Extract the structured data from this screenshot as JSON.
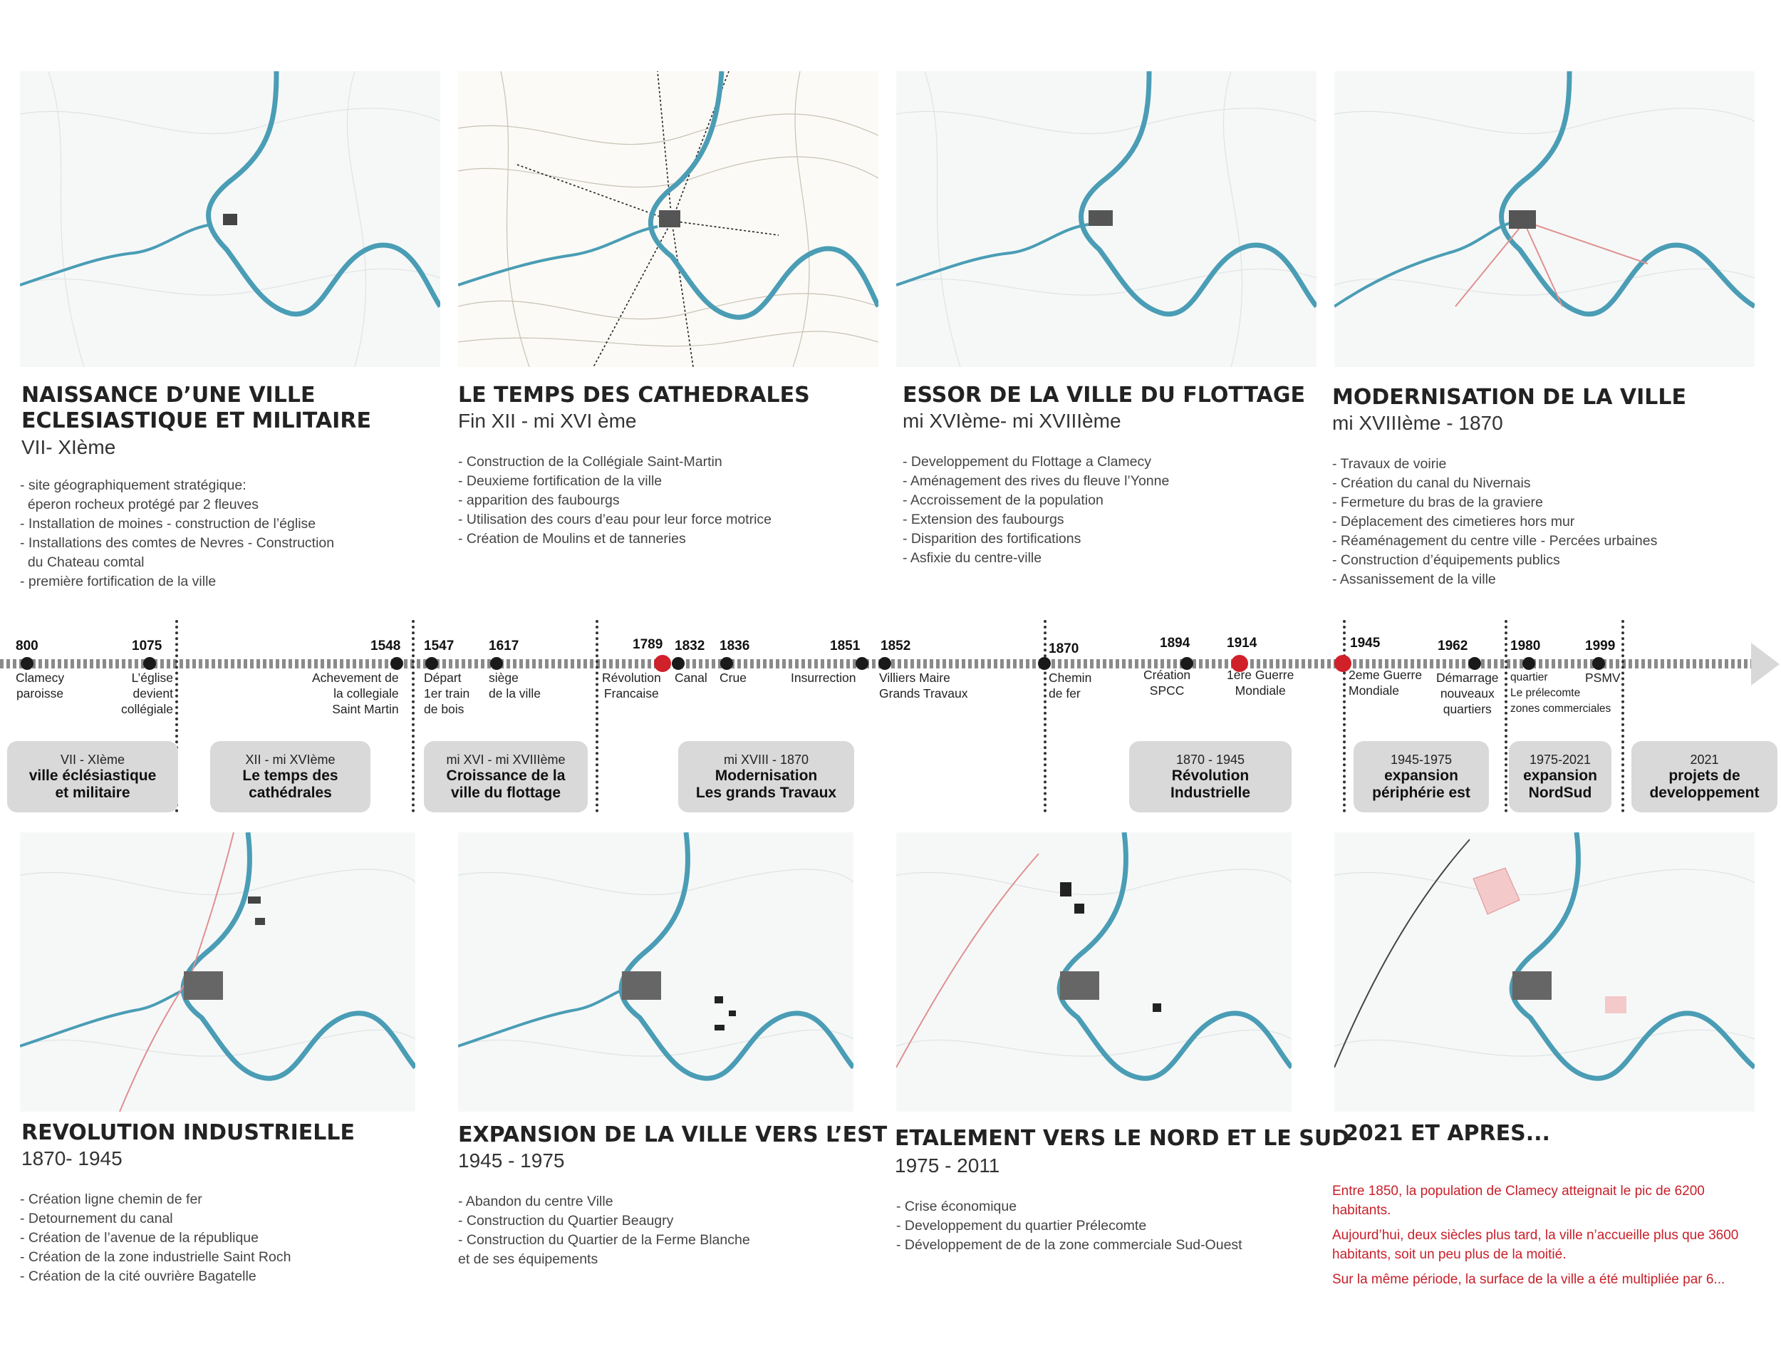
{
  "panels_top": [
    {
      "title": "NAISSANCE D’UNE VILLE\nECLESIASTIQUE ET MILITAIRE",
      "subtitle": "VII- XIème",
      "bullets": [
        "- site géographiquement stratégique:",
        "  éperon rocheux protégé par 2 fleuves",
        "- Installation de moines - construction de l’église",
        "- Installations des comtes de Nevres - Construction",
        "  du Chateau comtal",
        "- première fortification de la ville"
      ]
    },
    {
      "title": "LE TEMPS DES CATHEDRALES",
      "subtitle": "Fin XII - mi XVI ème",
      "bullets": [
        "- Construction de la Collégiale Saint-Martin",
        "- Deuxieme fortification de la ville",
        "- apparition des faubourgs",
        "- Utilisation des cours d’eau pour leur force motrice",
        "- Création de Moulins et de tanneries"
      ]
    },
    {
      "title": "ESSOR DE LA VILLE DU FLOTTAGE",
      "subtitle": "mi XVIème- mi XVIIIème",
      "bullets": [
        "- Developpement du Flottage a Clamecy",
        "- Aménagement des rives du fleuve l’Yonne",
        "- Accroissement de la population",
        "- Extension des faubourgs",
        "- Disparition des fortifications",
        "- Asfixie du centre-ville"
      ]
    },
    {
      "title": "MODERNISATION DE LA VILLE",
      "subtitle": "mi XVIIIème - 1870",
      "bullets": [
        "- Travaux de voirie",
        "- Création du canal du Nivernais",
        "- Fermeture du bras de la graviere",
        "- Déplacement des cimetieres hors mur",
        "- Réaménagement du centre ville - Percées urbaines",
        "- Construction d’équipements publics",
        "- Assanissement de la ville"
      ]
    }
  ],
  "panels_bottom": [
    {
      "title": "REVOLUTION INDUSTRIELLE",
      "subtitle": "1870- 1945",
      "bullets": [
        "- Création ligne chemin de fer",
        "- Detournement du canal",
        "- Création de l’avenue de la république",
        "- Création de la zone industrielle Saint Roch",
        "- Création de la cité ouvrière Bagatelle"
      ]
    },
    {
      "title": "EXPANSION DE LA VILLE VERS L’EST",
      "subtitle": "1945 - 1975",
      "bullets": [
        "- Abandon du centre Ville",
        "- Construction du Quartier Beaugry",
        "- Construction du Quartier de la Ferme Blanche",
        "et de ses équipements"
      ]
    },
    {
      "title": "ETALEMENT VERS LE NORD ET LE SUD",
      "subtitle": "1975 - 2011",
      "bullets": [
        "- Crise économique",
        "- Developpement du quartier Prélecomte",
        "- Développement de de la zone commerciale Sud-Ouest"
      ]
    },
    {
      "title": "2021  ET APRES...",
      "subtitle": "",
      "bullets": []
    }
  ],
  "note": [
    "Entre 1850, la population de  Clamecy atteignait le pic de 6200 habitants.",
    "Aujourd’hui, deux siècles plus tard, la ville n’accueille plus que 3600 habitants, soit un peu plus de la moitié.",
    "Sur la même période, la surface de la ville a été multipliée par 6..."
  ],
  "colors": {
    "river": "#4a9db5",
    "event_red": "#d0202a",
    "note_red": "#c8202a",
    "period_bg": "#d9d9d9"
  },
  "timeline": {
    "events": [
      {
        "year": "800",
        "label": "Clamecy\nparoisse",
        "red": false
      },
      {
        "year": "1075",
        "label": "L’église\ndevient\ncollégiale",
        "red": false
      },
      {
        "year": "1548",
        "label": "Achevement de\nla collegiale\nSaint Martin",
        "red": false
      },
      {
        "year": "1547",
        "label": "Départ\n1er train\nde bois",
        "red": false
      },
      {
        "year": "1617",
        "label": "siège\nde la ville",
        "red": false
      },
      {
        "year": "1789",
        "label": "Révolution\nFrancaise",
        "red": true
      },
      {
        "year": "1832",
        "label": "Canal",
        "red": false
      },
      {
        "year": "1836",
        "label": "Crue",
        "red": false
      },
      {
        "year": "1851",
        "label": "Insurrection",
        "red": false
      },
      {
        "year": "1852",
        "label": "Villiers Maire\nGrands Travaux",
        "red": false
      },
      {
        "year": "1870",
        "label": "Chemin\nde fer",
        "red": false
      },
      {
        "year": "1894",
        "label": "Création\nSPCC",
        "red": false
      },
      {
        "year": "1914",
        "label": "1ere Guerre\nMondiale",
        "red": true
      },
      {
        "year": "1945",
        "label": "2eme Guerre\nMondiale",
        "red": true
      },
      {
        "year": "1962",
        "label": "Démarrage\nnouveaux\nquartiers",
        "red": false
      },
      {
        "year": "1980",
        "label": "quartier\nLe prélecomte\nzones commerciales",
        "red": false
      },
      {
        "year": "1999",
        "label": "PSMV",
        "red": false
      }
    ],
    "periods": [
      {
        "range": "VII - XIème",
        "name": "ville éclésiastique\net militaire"
      },
      {
        "range": "XII - mi XVIème",
        "name": "Le temps des\ncathédrales"
      },
      {
        "range": "mi XVI  - mi XVIIIème",
        "name": "Croissance de la\nville du flottage"
      },
      {
        "range": "mi XVIII - 1870",
        "name": "Modernisation\nLes grands Travaux"
      },
      {
        "range": "1870 - 1945",
        "name": "Révolution\nIndustrielle"
      },
      {
        "range": "1945-1975",
        "name": "expansion\npériphérie est"
      },
      {
        "range": "1975-2021",
        "name": "expansion\nNordSud"
      },
      {
        "range": "2021",
        "name": "projets de\ndeveloppement"
      }
    ]
  }
}
